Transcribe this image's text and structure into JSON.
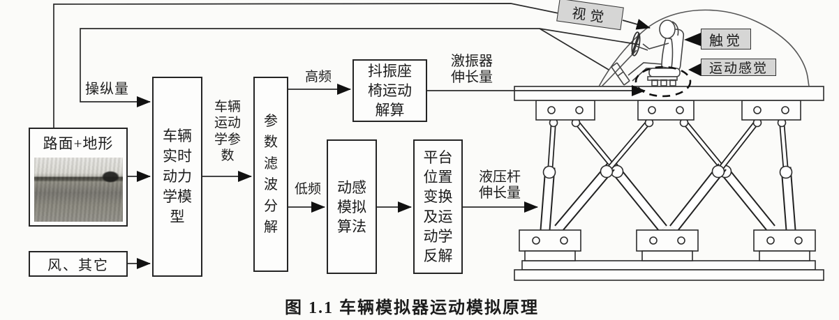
{
  "caption": "图 1.1 车辆模拟器运动模拟原理",
  "inputs": {
    "road_terrain": {
      "label": "路面+地形"
    },
    "wind_other": {
      "label": "风、其它"
    }
  },
  "blocks": {
    "vehicle_dynamics_model": {
      "text": "车辆实时动力学模型",
      "lines": [
        "车辆",
        "实时",
        "动力",
        "学模",
        "型"
      ]
    },
    "parameter_filter": {
      "text": "参数滤波分解",
      "lines": [
        "参",
        "数",
        "滤",
        "波",
        "分",
        "解"
      ]
    },
    "seat_vibration_solver": {
      "text": "抖振座椅运动解算",
      "lines": [
        "抖振座",
        "椅运动",
        "解算"
      ]
    },
    "motion_cueing": {
      "text": "动感模拟算法",
      "lines": [
        "动感",
        "模拟",
        "算法"
      ]
    },
    "platform_inverse_kinematics": {
      "text": "平台位置变换及运动学反解",
      "lines": [
        "平台",
        "位置",
        "变换",
        "及运",
        "动学",
        "反解"
      ]
    }
  },
  "signals": {
    "control_input": "操纵量",
    "vehicle_kinematics_params": {
      "text": "车辆运动学参数",
      "lines": [
        "车辆",
        "运动",
        "学参",
        "数"
      ]
    },
    "high_frequency": "高频",
    "low_frequency": "低频",
    "exciter_elongation": {
      "text": "激振器伸长量",
      "lines": [
        "激振器",
        "伸长量"
      ]
    },
    "hydraulic_rod_elongation": {
      "text": "液压杆伸长量",
      "lines": [
        "液压杆",
        "伸长量"
      ]
    }
  },
  "perception": {
    "vision": "视觉",
    "touch": "触觉",
    "motion_sense": "运动感觉"
  },
  "colors": {
    "line": "#2a2a2a",
    "border": "#222222",
    "gray_box_fill": "#d6d6d5",
    "background": "#fbfbf9"
  }
}
